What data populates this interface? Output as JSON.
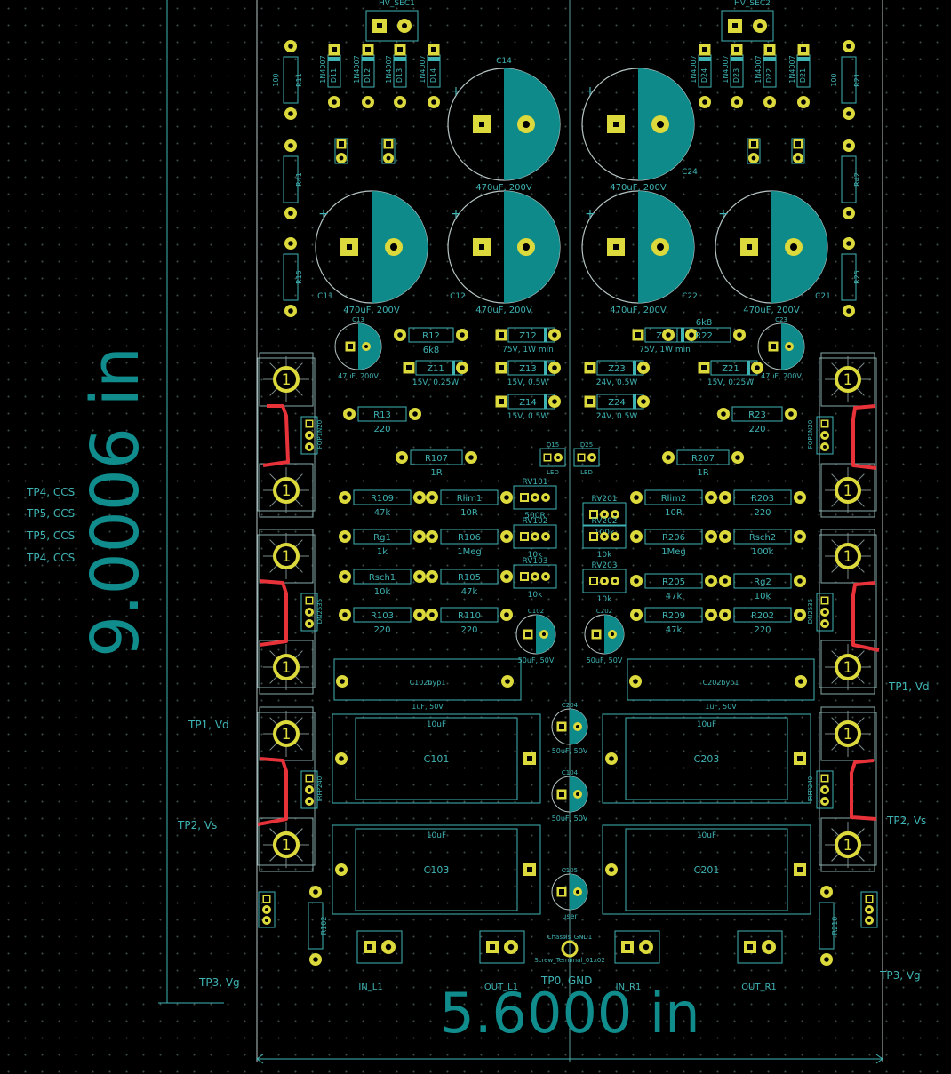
{
  "dimensions": {
    "height_label": "9.0006 in",
    "width_label": "5.6000 in"
  },
  "test_points_left": [
    "TP4, CCS",
    "TP5, CCS",
    "TP5, CCS",
    "TP4, CCS",
    "TP1, Vd",
    "TP2, Vs",
    "TP3, Vg"
  ],
  "test_points_right": [
    "TP1, Vd",
    "TP2, Vs",
    "TP3, Vg"
  ],
  "tp0_label": "TP0, GND",
  "connectors_top": [
    "HV_SEC1",
    "HV_SEC2"
  ],
  "connectors_bottom": [
    "IN_L1",
    "OUT_L1",
    "IN_R1",
    "OUT_R1"
  ],
  "big_caps": [
    {
      "ref": "C14",
      "value": "470uF, 200V"
    },
    {
      "ref": "C24",
      "value": "470uF, 200V"
    },
    {
      "ref": "C11",
      "value": "470uF, 200V"
    },
    {
      "ref": "C12",
      "value": "470uF, 200V"
    },
    {
      "ref": "C22",
      "value": "470uF, 200V"
    },
    {
      "ref": "C21",
      "value": "470uF, 200V"
    }
  ],
  "small_caps": [
    {
      "ref": "C13",
      "value": "47uF, 200V"
    },
    {
      "ref": "C23",
      "value": "47uF, 200V"
    },
    {
      "ref": "C102",
      "value": "50uF, 50V"
    },
    {
      "ref": "C202",
      "value": "50uF, 50V"
    },
    {
      "ref": "C204",
      "value": "50uF, 50V"
    },
    {
      "ref": "C104",
      "value": "50uF, 50V"
    },
    {
      "ref": "C105",
      "value": "user"
    }
  ],
  "film_caps": [
    {
      "ref": "C101",
      "value": "10uF"
    },
    {
      "ref": "C203",
      "value": "10uF"
    },
    {
      "ref": "C103",
      "value": "10uF"
    },
    {
      "ref": "C201",
      "value": "10uF"
    }
  ],
  "bypass_caps": [
    {
      "ref": "C102byp1",
      "value": "1uF, 50V"
    },
    {
      "ref": "C202byp1",
      "value": "1uF, 50V"
    }
  ],
  "diodes": [
    "1N4007",
    "1N4007",
    "1N4007",
    "1N4007",
    "1N4007",
    "1N4007",
    "1N4007",
    "1N4007"
  ],
  "diode_refs": [
    "D11",
    "D12",
    "D13",
    "D14",
    "D24",
    "D23",
    "D22",
    "D21"
  ],
  "mid_left_resistors": [
    {
      "ref": "R12",
      "value": "6k8"
    },
    {
      "ref": "R13",
      "value": "220"
    },
    {
      "ref": "R107",
      "value": "1R"
    }
  ],
  "mid_right_resistors": [
    {
      "ref": "R22",
      "value": "6k8"
    },
    {
      "ref": "R23",
      "value": "220"
    },
    {
      "ref": "R207",
      "value": "1R"
    }
  ],
  "zeners": [
    {
      "ref": "Z11",
      "value": "15V, 0.25W"
    },
    {
      "ref": "Z12",
      "value": "75V, 1W min"
    },
    {
      "ref": "Z13",
      "value": "15V, 0.5W"
    },
    {
      "ref": "Z14",
      "value": "15V, 0.5W"
    },
    {
      "ref": "Z21",
      "value": "15V, 0.25W"
    },
    {
      "ref": "Z22",
      "value": "75V, 1W min"
    },
    {
      "ref": "Z23",
      "value": "24V, 0.5W"
    },
    {
      "ref": "Z24",
      "value": "24V, 0.5W"
    }
  ],
  "leds": [
    "D15",
    "D25"
  ],
  "led_label": "LED",
  "res_grid_left": [
    {
      "ref": "R109",
      "value": "47k"
    },
    {
      "ref": "Rlim1",
      "value": "10R"
    },
    {
      "ref": "Rg1",
      "value": "1k"
    },
    {
      "ref": "R106",
      "value": "1Meg"
    },
    {
      "ref": "Rsch1",
      "value": "10k"
    },
    {
      "ref": "R105",
      "value": "47k"
    },
    {
      "ref": "R103",
      "value": "220"
    },
    {
      "ref": "R110",
      "value": "220"
    }
  ],
  "res_grid_right": [
    {
      "ref": "Rlim2",
      "value": "10R"
    },
    {
      "ref": "R203",
      "value": "220"
    },
    {
      "ref": "R206",
      "value": "1Meg"
    },
    {
      "ref": "Rsch2",
      "value": "100k"
    },
    {
      "ref": "R205",
      "value": "47k"
    },
    {
      "ref": "Rg2",
      "value": "10k"
    },
    {
      "ref": "R209",
      "value": "47k"
    },
    {
      "ref": "R202",
      "value": "220"
    }
  ],
  "trimmers": [
    {
      "ref": "RV101",
      "value": "500R"
    },
    {
      "ref": "RV102",
      "value": "10k"
    },
    {
      "ref": "RV103",
      "value": "10k"
    },
    {
      "ref": "RV201",
      "value": "100k"
    },
    {
      "ref": "RV202",
      "value": "10k"
    },
    {
      "ref": "RV203",
      "value": "10k"
    }
  ],
  "transistors": [
    "FQP1N20",
    "DN2535",
    "IRFP240",
    "FQP1N20",
    "DN2535",
    "IRFP240"
  ],
  "edge_resistors_left": [
    "R11",
    "R41",
    "R15",
    "R102"
  ],
  "edge_resistors_right": [
    "R21",
    "R42",
    "R25",
    "R210"
  ],
  "edge_resistor_value": "100",
  "chassis_label": "Chassis_GND1",
  "terminal_label": "Screw_Terminal_01x02",
  "pad_label": "1",
  "colors": {
    "silk": "#3fb3b3",
    "pad": "#dcd93c",
    "copper": "#0e8a8a",
    "outline": "#b6c4c4",
    "marker": "#e8323a",
    "dim": "#118c8c"
  }
}
